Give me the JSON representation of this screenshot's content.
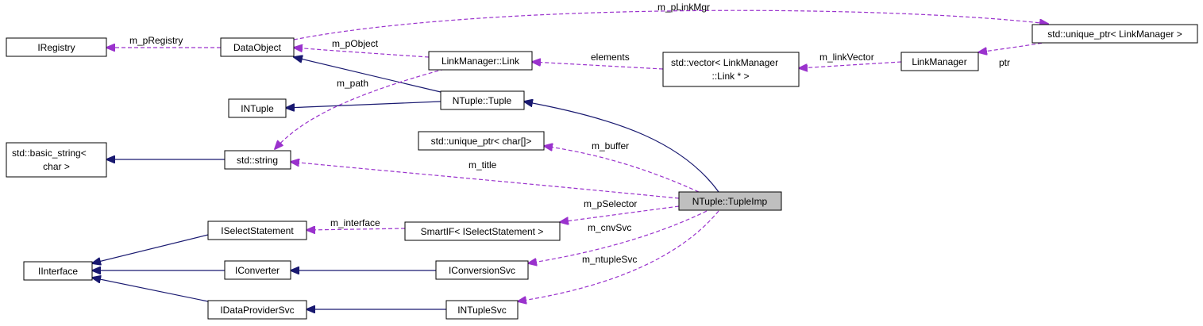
{
  "colors": {
    "inheritance": "#191970",
    "usage": "#9a32cd",
    "focus_fill": "#bfbfbf",
    "node_fill": "#ffffff",
    "node_border": "#000000"
  },
  "nodes": {
    "iregistry": "IRegistry",
    "dataobject": "DataObject",
    "linkmanager_link": "LinkManager::Link",
    "vector_line1": "std::vector< LinkManager",
    "vector_line2": "::Link * >",
    "linkmanager": "LinkManager",
    "unique_ptr_linkmanager": "std::unique_ptr< LinkManager >",
    "ntuple_iface": "INTuple",
    "ntuple_tuple": "NTuple::Tuple",
    "unique_ptr_char": "std::unique_ptr< char[]>",
    "basic_string_line1": "std::basic_string<",
    "basic_string_line2": "char >",
    "std_string": "std::string",
    "tupleimp": "NTuple::TupleImp",
    "iselectstatement": "ISelectStatement",
    "smartif": "SmartIF< ISelectStatement >",
    "iinterface": "IInterface",
    "iconverter": "IConverter",
    "iconversionsvc": "IConversionSvc",
    "idataprovidersvc": "IDataProviderSvc",
    "intuplesvc": "INTupleSvc"
  },
  "edge_labels": {
    "m_pLinkMgr": "m_pLinkMgr",
    "m_pRegistry": "m_pRegistry",
    "m_pObject": "m_pObject",
    "elements": "elements",
    "m_linkVector": "m_linkVector",
    "ptr": "ptr",
    "m_path": "m_path",
    "m_buffer": "m_buffer",
    "m_title": "m_title",
    "m_pSelector": "m_pSelector",
    "m_interface": "m_interface",
    "m_cnvSvc": "m_cnvSvc",
    "m_ntupleSvc": "m_ntupleSvc"
  }
}
